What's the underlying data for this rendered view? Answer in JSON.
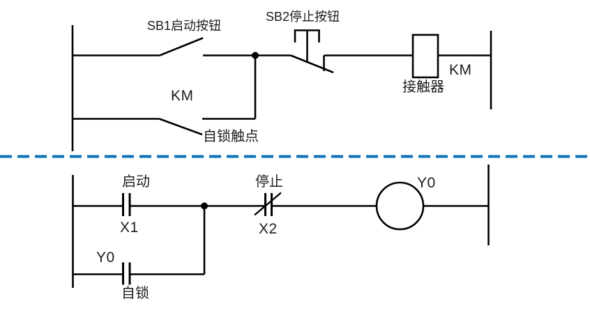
{
  "colors": {
    "wire": "#000000",
    "divider_blue": "#0e72b8",
    "background": "#ffffff"
  },
  "relay_circuit": {
    "sb1_label": "SB1启动按钮",
    "sb2_label": "SB2停止按钮",
    "km_coil_label": "KM",
    "contactor_label": "接触器",
    "km_contact_label": "KM",
    "self_lock_contact_label": "自锁触点"
  },
  "ladder": {
    "start_label": "启动",
    "start_address": "X1",
    "stop_label": "停止",
    "stop_address": "X2",
    "output_coil_label": "Y0",
    "feedback_contact_label": "Y0",
    "self_lock_label": "自锁"
  }
}
